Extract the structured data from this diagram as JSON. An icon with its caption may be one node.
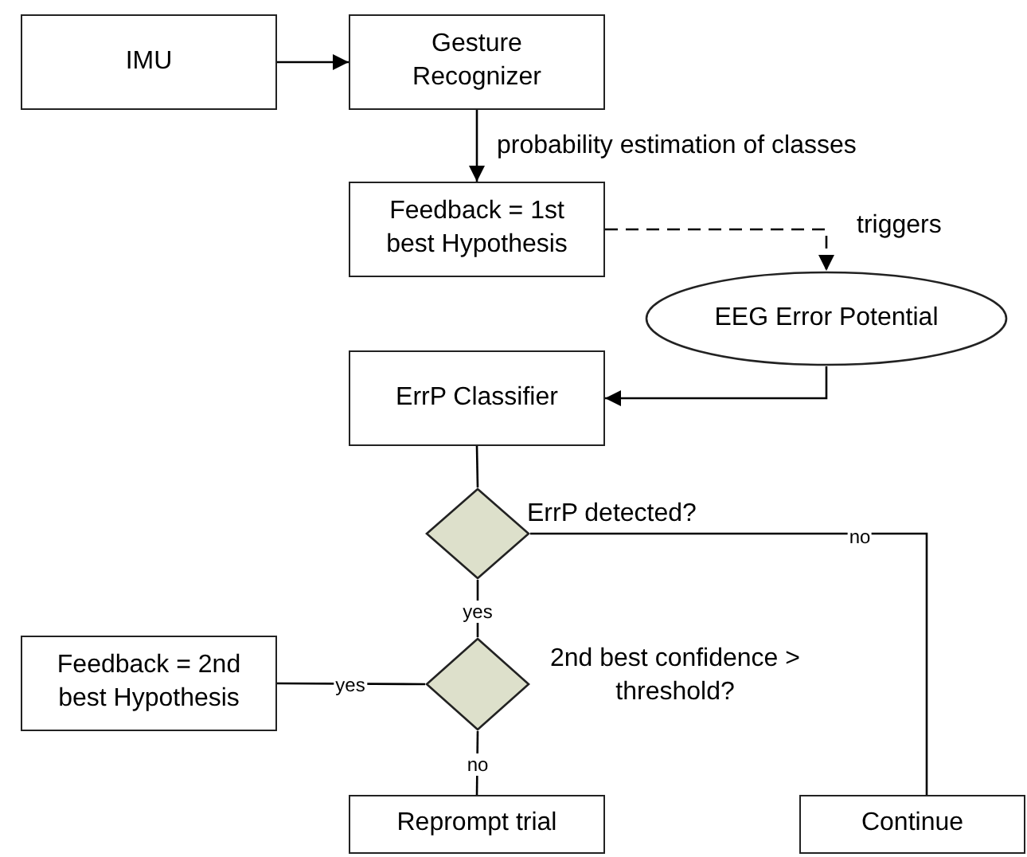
{
  "diagram": {
    "nodes": [
      {
        "text": [
          "IMU"
        ]
      },
      {
        "text": [
          "Gesture Recognizer"
        ]
      },
      {
        "text": [
          "Feedback = 1st best Hypothesis"
        ]
      },
      {
        "text": [
          "EEG Error Potential"
        ]
      },
      {
        "text": [
          "ErrP Classifier"
        ]
      },
      {
        "text": [],
        "shape": "diamond",
        "beside": [
          "ErrP detected?"
        ]
      },
      {
        "text": [
          "Feedback = 2nd best Hypothesis"
        ]
      },
      {
        "text": [],
        "shape": "diamond",
        "beside": [
          "2nd best confidence > threshold?"
        ]
      },
      {
        "text": [
          "Reprompt trial"
        ]
      },
      {
        "text": [
          "Continue"
        ]
      }
    ],
    "edges": [
      {
        "from": 0,
        "to": 1,
        "arrow": "to"
      },
      {
        "from": 1,
        "to": 2,
        "arrow": "to",
        "label": "probability estimation of classes"
      },
      {
        "from": 2,
        "to": 3,
        "arrow": "to",
        "label": "triggers",
        "style": "dashed"
      },
      {
        "from": 3,
        "to": 4,
        "arrow": "to"
      },
      {
        "from": 4,
        "to": 5,
        "arrow": "none"
      },
      {
        "from": 5,
        "to": 9,
        "arrow": "none",
        "label": "no"
      },
      {
        "from": 5,
        "to": 7,
        "arrow": "none",
        "label": "yes"
      },
      {
        "from": 7,
        "to": 6,
        "arrow": "none",
        "label": "yes"
      },
      {
        "from": 7,
        "to": 8,
        "arrow": "none",
        "label": "no"
      }
    ]
  }
}
